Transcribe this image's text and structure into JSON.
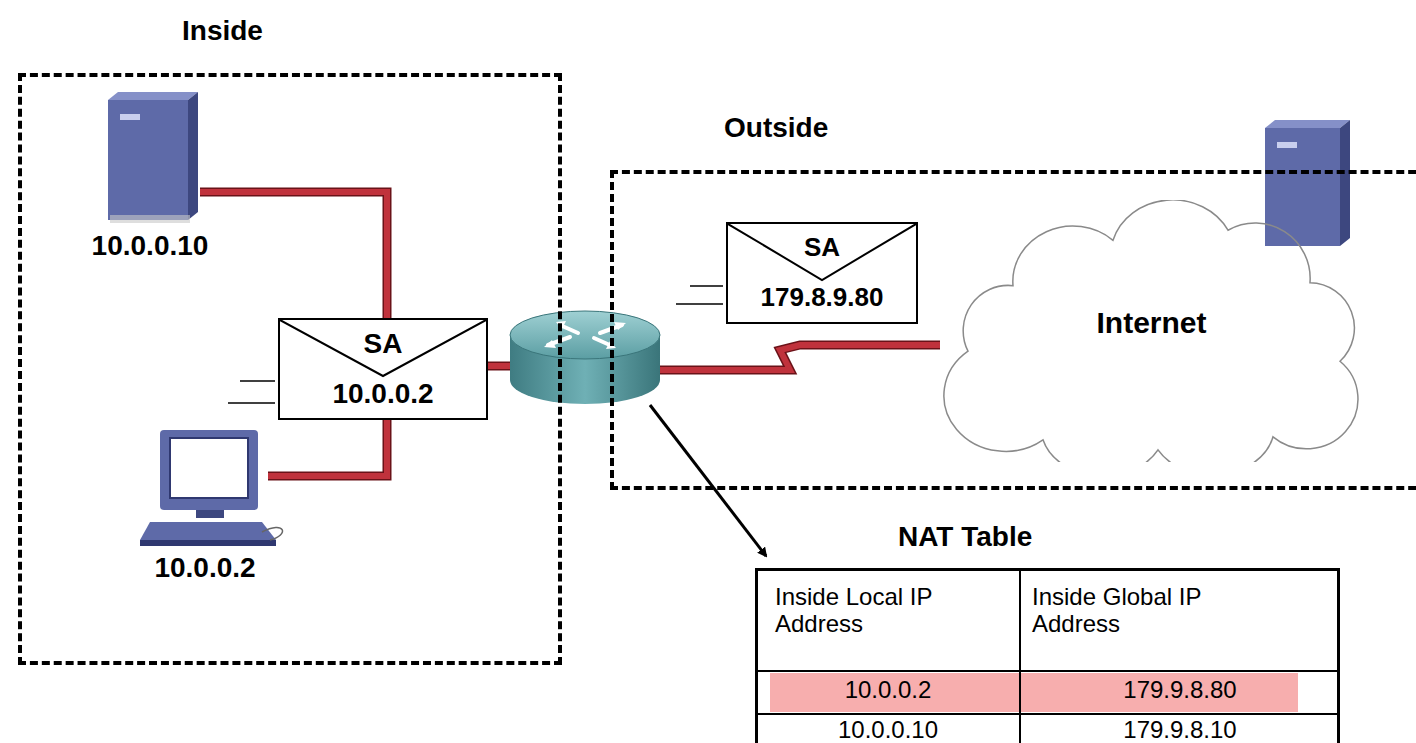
{
  "diagram": {
    "nodes": [
      {
        "text": [
          "Inside"
        ]
      },
      {
        "text": [
          "SA",
          "10.0.0.2"
        ],
        "in": 0
      },
      {
        "text": [
          "Outside"
        ]
      },
      {
        "text": [
          "SA",
          "179.8.9.80"
        ],
        "in": 2
      },
      {
        "text": [
          "Internet"
        ],
        "in": 2
      },
      {
        "text": [
          "NAT Table"
        ]
      }
    ],
    "labels": [
      "10.0.0.10",
      "10.0.0.2",
      "Inside Local IP Address",
      "Inside Global IP Address",
      "10.0.0.2",
      "179.9.8.80",
      "10.0.0.10",
      "179.9.8.10"
    ]
  }
}
